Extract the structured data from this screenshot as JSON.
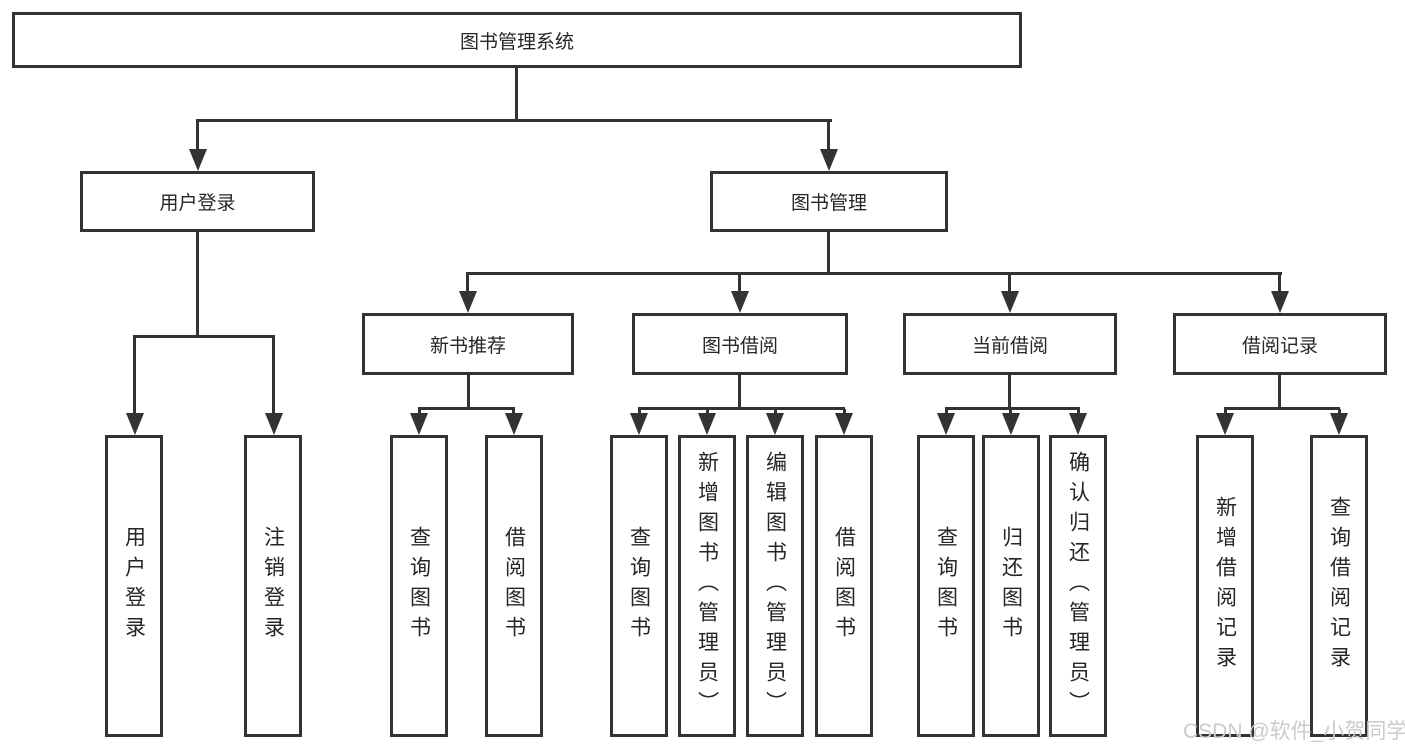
{
  "diagram": {
    "root": {
      "label": "图书管理系统"
    },
    "branches": [
      {
        "label": "用户登录",
        "children": [
          {
            "label": "用户登录"
          },
          {
            "label": "注销登录"
          }
        ]
      },
      {
        "label": "图书管理",
        "children": [
          {
            "label": "新书推荐",
            "children": [
              {
                "label": "查询图书"
              },
              {
                "label": "借阅图书"
              }
            ]
          },
          {
            "label": "图书借阅",
            "children": [
              {
                "label": "查询图书"
              },
              {
                "label": "新增图书（管理员）"
              },
              {
                "label": "编辑图书（管理员）"
              },
              {
                "label": "借阅图书"
              }
            ]
          },
          {
            "label": "当前借阅",
            "children": [
              {
                "label": "查询图书"
              },
              {
                "label": "归还图书"
              },
              {
                "label": "确认归还（管理员）"
              }
            ]
          },
          {
            "label": "借阅记录",
            "children": [
              {
                "label": "新增借阅记录"
              },
              {
                "label": "查询借阅记录"
              }
            ]
          }
        ]
      }
    ]
  },
  "watermark": {
    "text": "CSDN @软件_小贺同学"
  },
  "colors": {
    "line": "#333333",
    "text": "#262626",
    "background": "#ffffff",
    "watermark": "#cbcbcb"
  }
}
